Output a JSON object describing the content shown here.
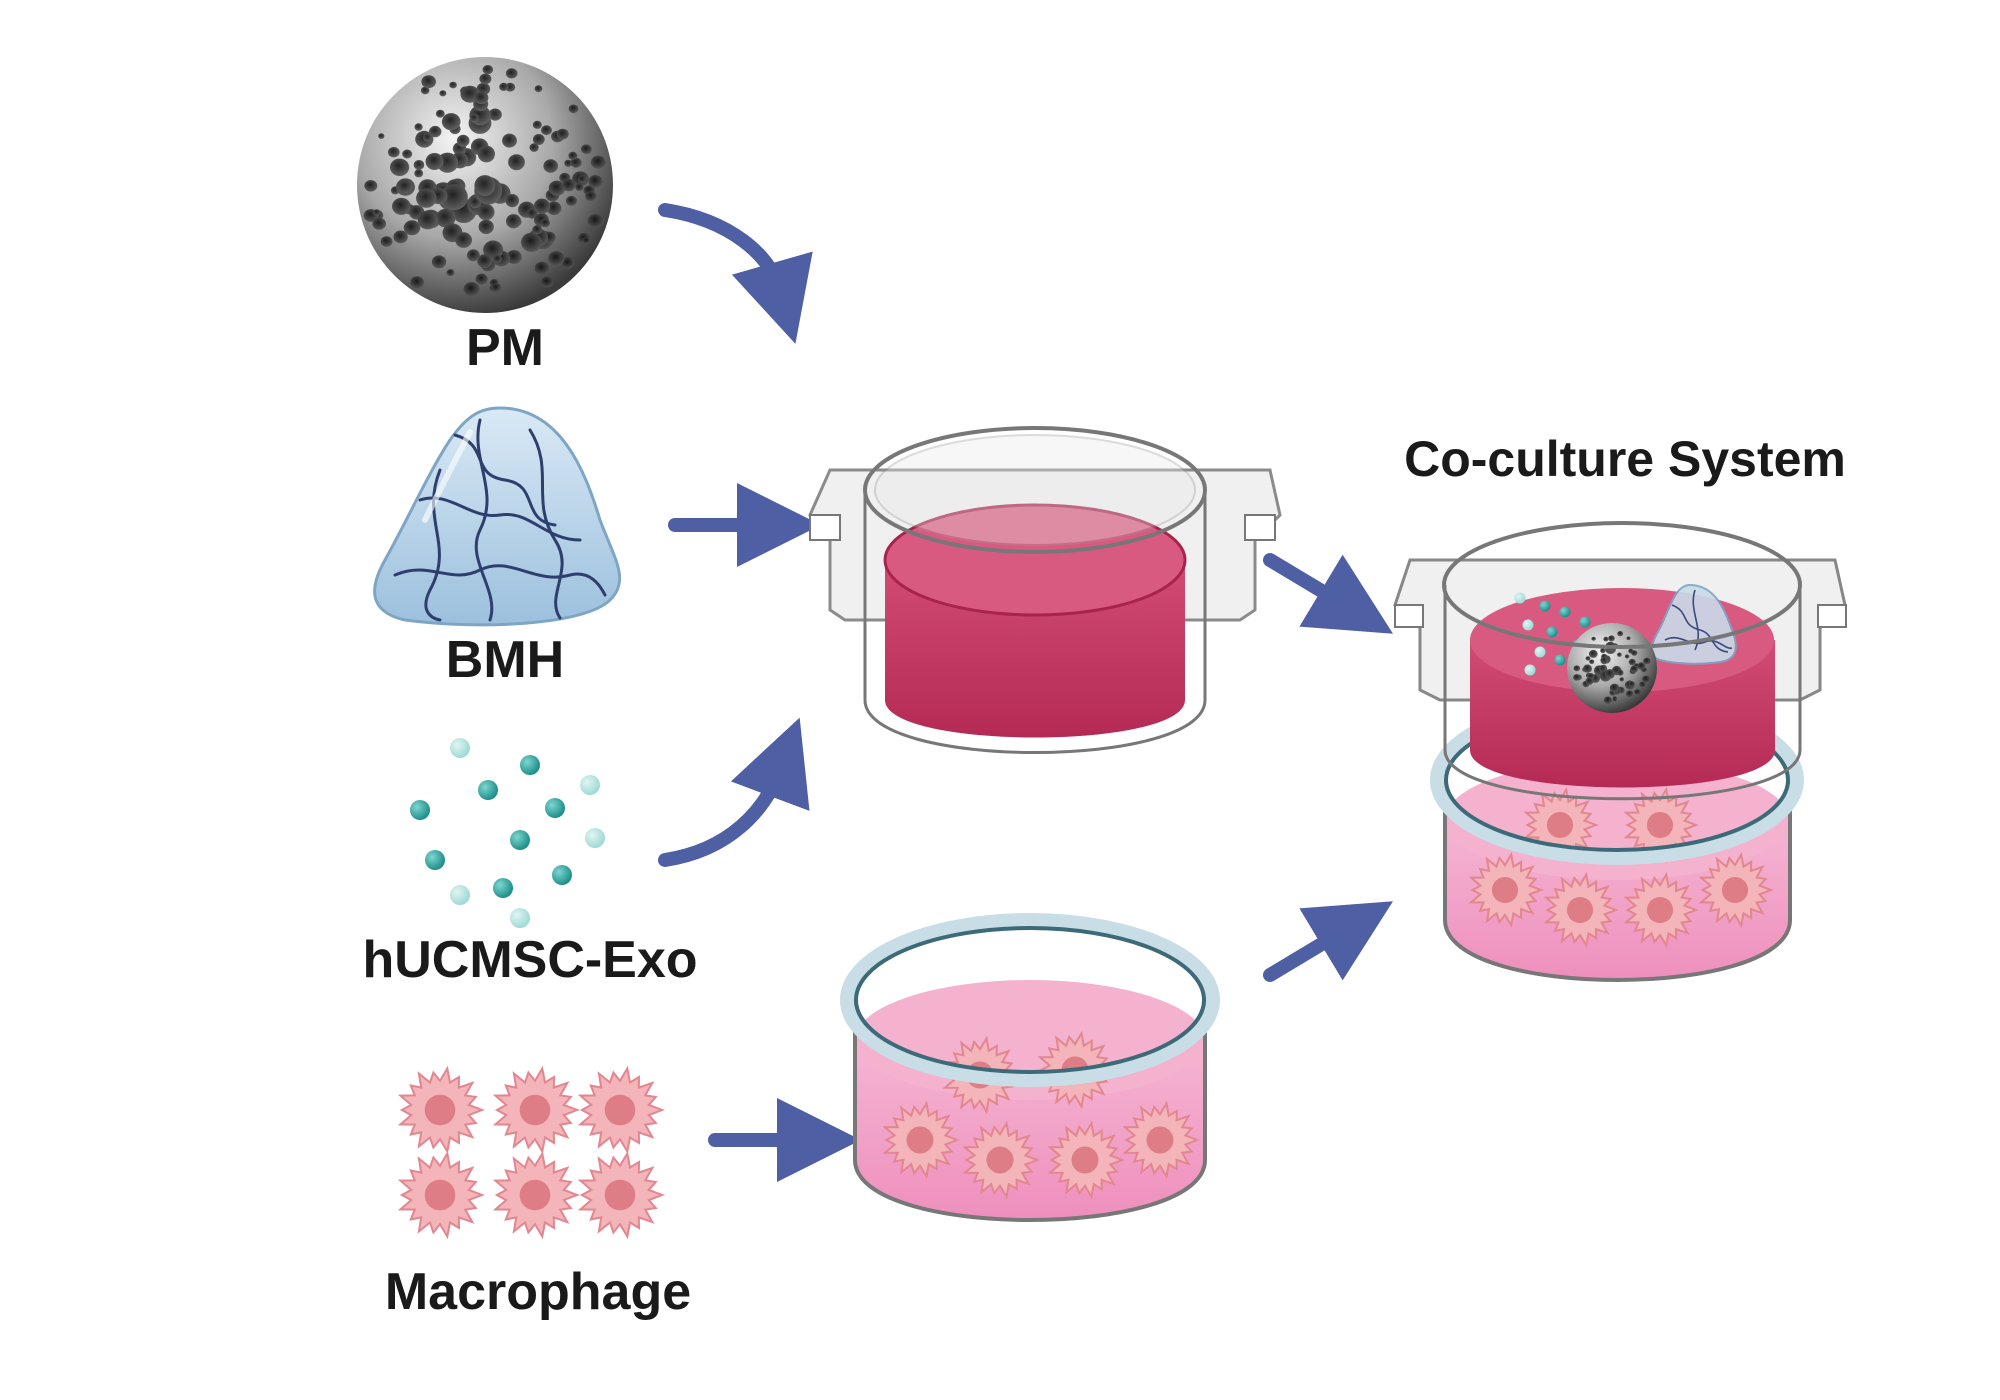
{
  "labels": {
    "pm": "PM",
    "bmh": "BMH",
    "exo": "hUCMSC-Exo",
    "macrophage": "Macrophage",
    "co_culture": "Co-culture System"
  },
  "colors": {
    "arrow": "#4f5fa3",
    "medium_red": "#c9325e",
    "medium_pink": "#ef9ac2",
    "exosome_teal": "#2aa9a4",
    "macrophage_pink": "#f2b0b7",
    "hydrogel_blue": "#b5d2e8",
    "microsphere_gray": "#7a7a7a"
  },
  "icons": [
    "porous-microsphere-icon",
    "hydrogel-icon",
    "exosome-icon",
    "macrophage-icon",
    "transwell-insert-icon",
    "culture-dish-icon",
    "arrow-icon"
  ]
}
